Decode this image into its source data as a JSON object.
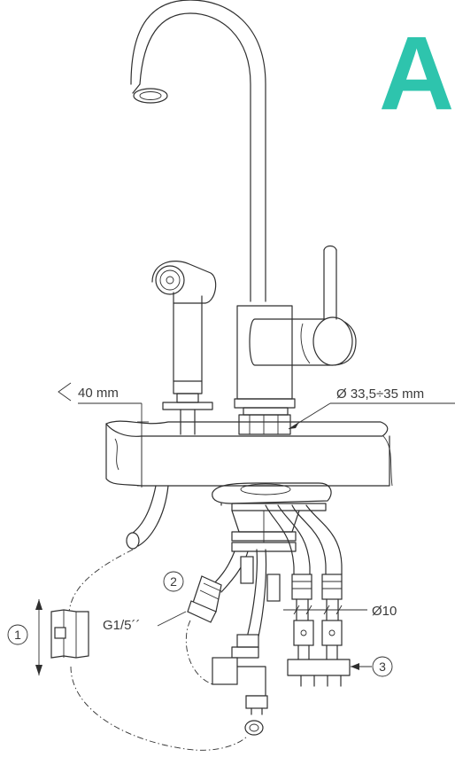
{
  "section_letter": "A",
  "dimensions": {
    "max_thickness": "40 mm",
    "hole_diameter": "Ø 33,5÷35 mm",
    "hose_diameter": "Ø10",
    "thread": "G1/5´´"
  },
  "callouts": [
    "1",
    "2",
    "3"
  ],
  "colors": {
    "accent": "#2ec4ad",
    "line": "#2f2f2f"
  }
}
